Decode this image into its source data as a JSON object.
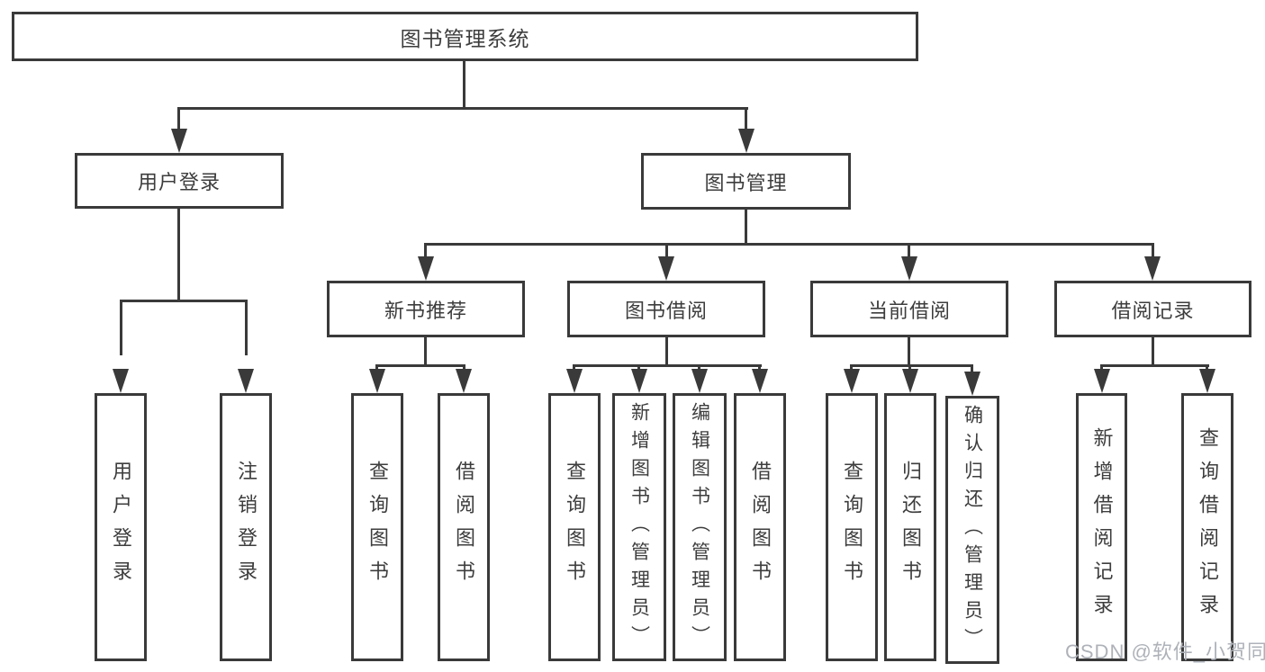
{
  "colors": {
    "line": "#3a3a3a",
    "text": "#3d3d3d",
    "background": "#ffffff",
    "watermark": "#aeb2b8"
  },
  "watermark": {
    "text": "CSDN @软件_小贺同学"
  },
  "tree": {
    "root": "图书管理系统",
    "branches": [
      {
        "label": "用户登录",
        "children": [
          "用户登录",
          "注销登录"
        ]
      },
      {
        "label": "图书管理",
        "groups": [
          {
            "label": "新书推荐",
            "children": [
              "查询图书",
              "借阅图书"
            ]
          },
          {
            "label": "图书借阅",
            "children": [
              "查询图书",
              "新增图书（管理员）",
              "编辑图书（管理员）",
              "借阅图书"
            ]
          },
          {
            "label": "当前借阅",
            "children": [
              "查询图书",
              "归还图书",
              "确认归还（管理员）"
            ]
          },
          {
            "label": "借阅记录",
            "children": [
              "新增借阅记录",
              "查询借阅记录"
            ]
          }
        ]
      }
    ]
  }
}
